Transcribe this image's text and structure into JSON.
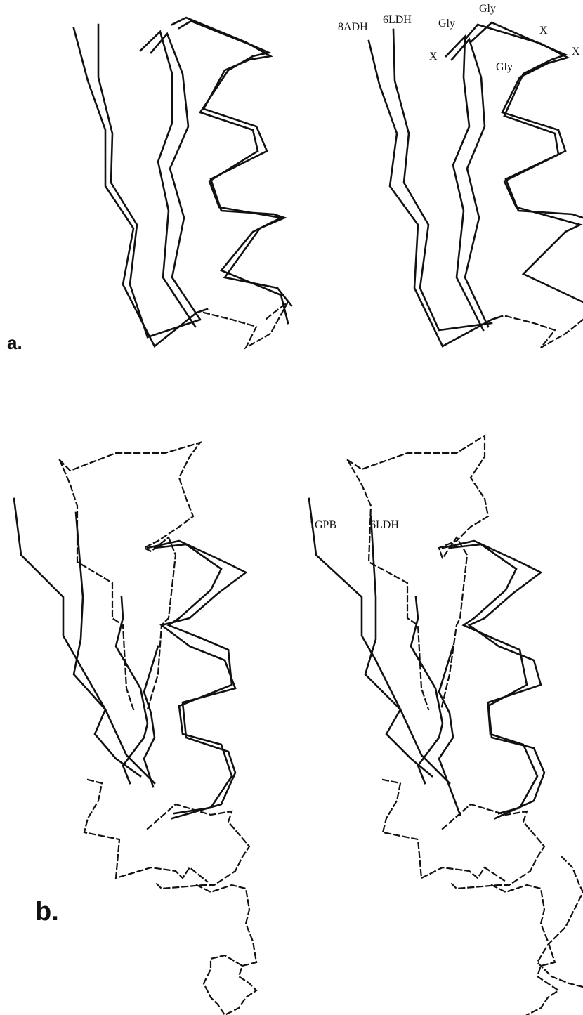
{
  "panels": [
    {
      "id": "a",
      "panel_label": "a.",
      "structures": [
        "8ADH",
        "6LDH"
      ],
      "residue_labels": [
        "Gly",
        "Gly",
        "Gly",
        "X",
        "X",
        "X"
      ]
    },
    {
      "id": "b",
      "panel_label": "b.",
      "structures": [
        "1GPB",
        "6LDH"
      ]
    }
  ],
  "style": {
    "line_color": "#111111",
    "background": "#ffffff"
  }
}
